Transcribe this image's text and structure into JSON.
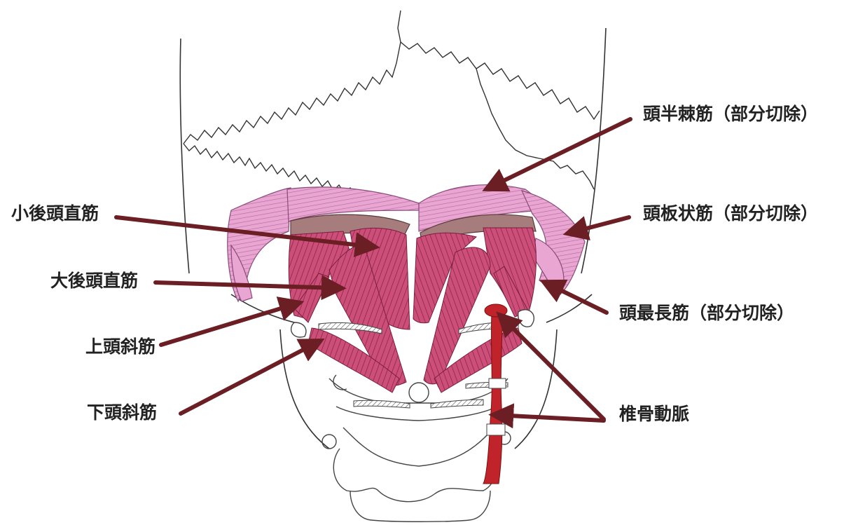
{
  "labels": {
    "rectus_minor": "小後頭直筋",
    "rectus_major": "大後頭直筋",
    "obliquus_superior": "上頭斜筋",
    "obliquus_inferior": "下頭斜筋",
    "semispinalis": "頭半棘筋（部分切除）",
    "splenius": "頭板状筋（部分切除）",
    "longissimus": "頭最長筋（部分切除）",
    "vertebral_artery": "椎骨動脈"
  },
  "colors": {
    "arrow": "#6b1f24",
    "muscle": "#cc4f79",
    "muscle_stripe": "#8e2348",
    "cut_muscle": "#e9a6d2",
    "cut_surface": "#a77c7c",
    "artery": "#c0242a",
    "outline": "#333333"
  }
}
